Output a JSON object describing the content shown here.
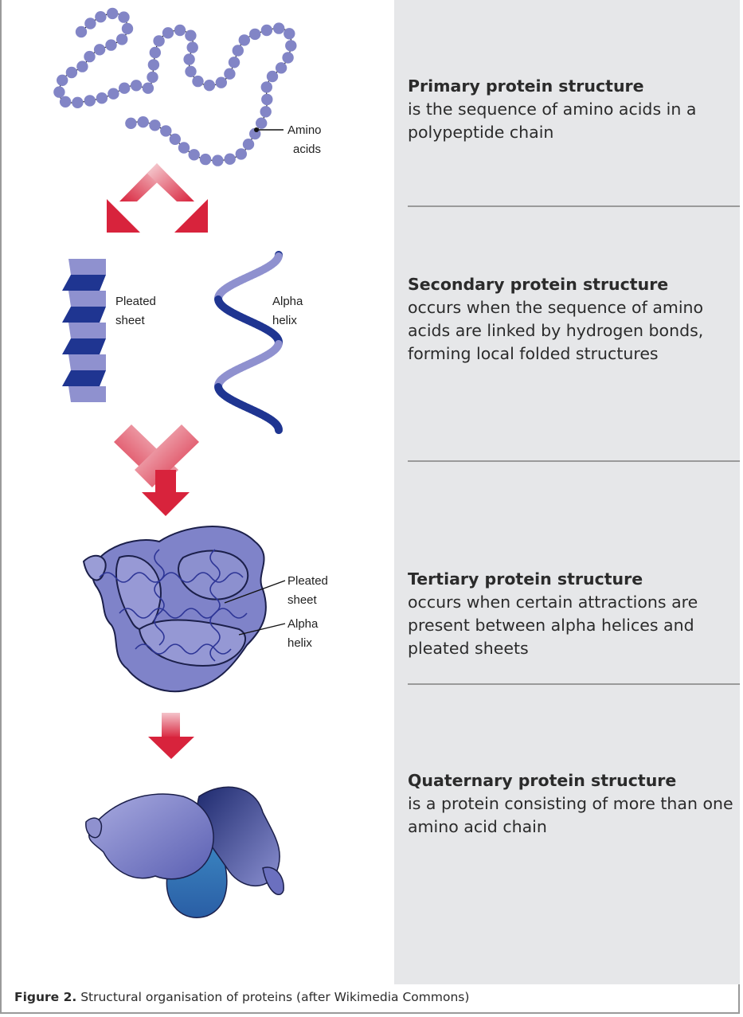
{
  "sections": [
    {
      "title": "Primary protein structure",
      "body": "is the sequence of amino acids in a polypeptide chain"
    },
    {
      "title": "Secondary protein structure",
      "body": "occurs when the sequence of amino acids are linked by hydrogen bonds, forming local folded structures"
    },
    {
      "title": "Tertiary protein structure",
      "body": "occurs when certain attractions are present between alpha helices and pleated sheets"
    },
    {
      "title": "Quaternary protein structure",
      "body": "is a protein consisting of more than one amino acid chain"
    }
  ],
  "labels": {
    "amino_1": "Amino",
    "amino_2": "acids",
    "pleated_1": "Pleated",
    "pleated_2": "sheet",
    "alpha_1": "Alpha",
    "alpha_2": "helix",
    "tert_pleated_1": "Pleated",
    "tert_pleated_2": "sheet",
    "tert_alpha_1": "Alpha",
    "tert_alpha_2": "helix"
  },
  "caption": {
    "label": "Figure 2.",
    "text": " Structural organisation of proteins (after Wikimedia Commons)"
  },
  "colors": {
    "bead": "#8285c6",
    "arrow": "#d8233c",
    "dark_blue": "#1f3591",
    "light_purple": "#8f91cf",
    "panel": "#e6e7e9"
  }
}
